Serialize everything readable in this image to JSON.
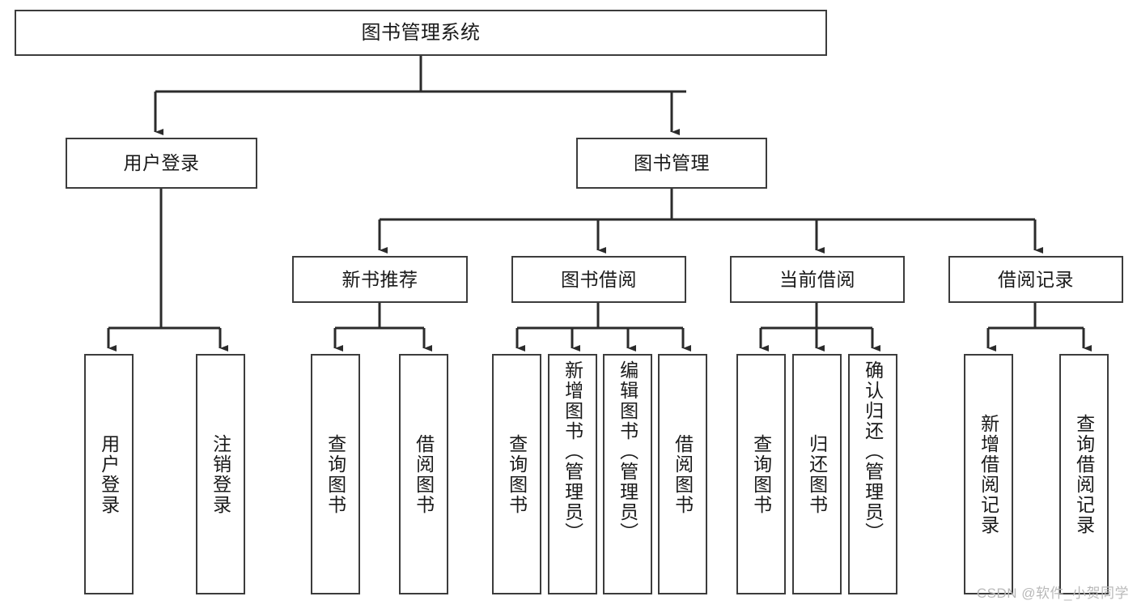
{
  "diagram": {
    "type": "tree-hierarchy-diagram",
    "title": "图书管理系统",
    "watermark": "CSDN @软件_小贺同学",
    "colors": {
      "box_border": "#3c3c3c",
      "box_fill": "#ffffff",
      "edge": "#2b2b2b",
      "text": "#1a1a1a",
      "watermark": "#b9b9b9",
      "background": "#ffffff"
    },
    "levels": {
      "root": {
        "label": "图书管理系统"
      },
      "level2": [
        {
          "label": "用户登录"
        },
        {
          "label": "图书管理"
        }
      ],
      "level3": [
        {
          "label": "新书推荐"
        },
        {
          "label": "图书借阅"
        },
        {
          "label": "当前借阅"
        },
        {
          "label": "借阅记录"
        }
      ],
      "leaves": {
        "user_login": [
          {
            "label": "用户登录"
          },
          {
            "label": "注销登录"
          }
        ],
        "new_book_recommend": [
          {
            "label": "查询图书"
          },
          {
            "label": "借阅图书"
          }
        ],
        "book_borrow": [
          {
            "label": "查询图书"
          },
          {
            "label": "新增图书（管理员）"
          },
          {
            "label": "编辑图书（管理员）"
          },
          {
            "label": "借阅图书"
          }
        ],
        "current_borrow": [
          {
            "label": "查询图书"
          },
          {
            "label": "归还图书"
          },
          {
            "label": "确认归还（管理员）"
          }
        ],
        "borrow_record": [
          {
            "label": "新增借阅记录"
          },
          {
            "label": "查询借阅记录"
          }
        ]
      }
    }
  }
}
